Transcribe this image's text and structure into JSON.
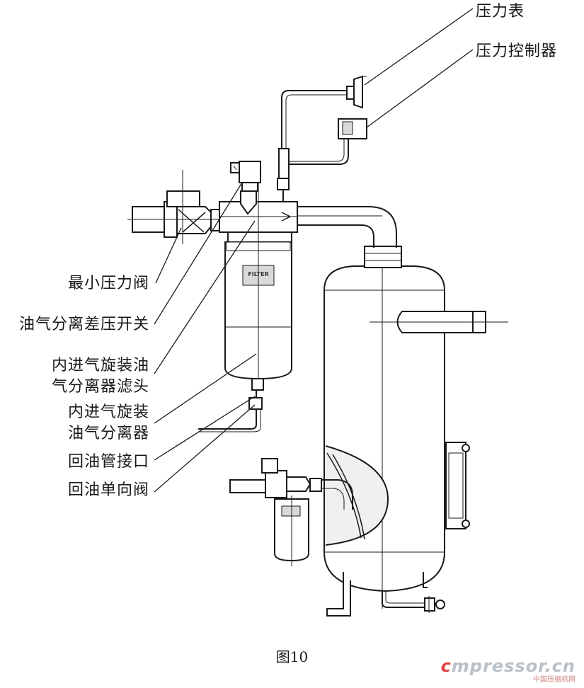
{
  "labels": {
    "pressure_gauge": "压力表",
    "pressure_controller": "压力控制器",
    "min_pressure_valve": "最小压力阀",
    "diff_pressure_switch": "油气分离差压开关",
    "filter_head_line1": "内进气旋装油",
    "filter_head_line2": "气分离器滤头",
    "separator_line1": "内进气旋装",
    "separator_line2": "油气分离器",
    "oil_return_port": "回油管接口",
    "oil_return_check_valve": "回油单向阀"
  },
  "filter_badge": "FILTER",
  "caption": "图10",
  "watermark": {
    "prefix": "c",
    "main": "mpressor.cn",
    "sub": "中国压缩机网"
  },
  "colors": {
    "line": "#1a1a1a",
    "fill": "#ffffff",
    "shade": "#e6e6e6"
  }
}
